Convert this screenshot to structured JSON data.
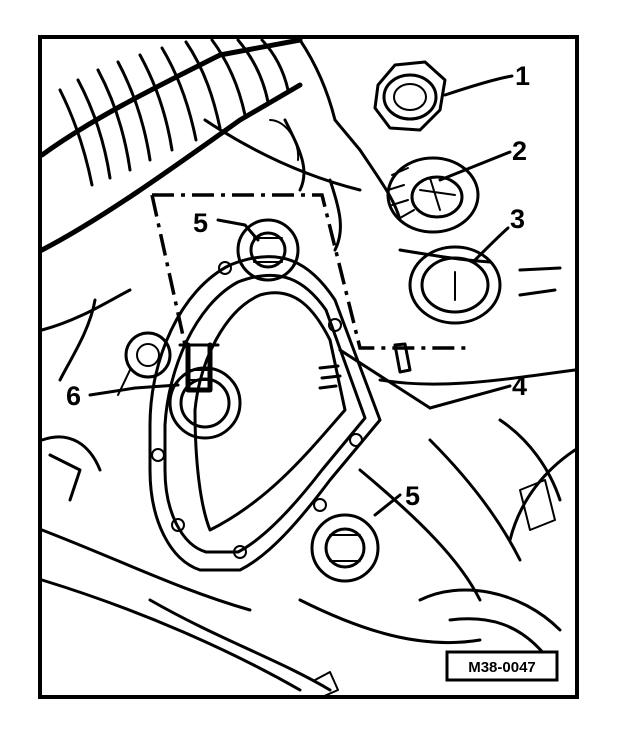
{
  "callouts": {
    "c1": "1",
    "c2": "2",
    "c3": "3",
    "c4": "4",
    "c5a": "5",
    "c5b": "5",
    "c6": "6"
  },
  "reference_code": "M38-0047"
}
